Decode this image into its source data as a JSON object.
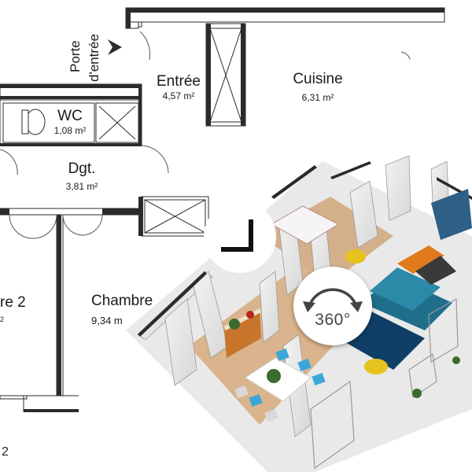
{
  "plan": {
    "door_label_line1": "Porte",
    "door_label_line2": "d'entrée",
    "rooms": {
      "entree": {
        "name": "Entrée",
        "area": "4,57 m²"
      },
      "cuisine": {
        "name": "Cuisine",
        "area": "6,31 m²"
      },
      "wc": {
        "name": "WC",
        "area": "1,08 m²"
      },
      "dgt": {
        "name": "Dgt.",
        "area": "3,81 m²"
      },
      "chambre2": {
        "name": "re 2",
        "area": "2"
      },
      "chambre": {
        "name": "Chambre",
        "area": "9,34 m"
      }
    },
    "corner_number": "2"
  },
  "badge": {
    "label": "360°",
    "icon": "rotate-360-icon"
  },
  "colors": {
    "wall": "#2b2b2b",
    "floor_wood": "#d9b48c",
    "sofa": "#1f6f8b",
    "rug": "#0f3f66",
    "chair_blue": "#3ba7d8",
    "lamp_yellow": "#e6c21c"
  }
}
